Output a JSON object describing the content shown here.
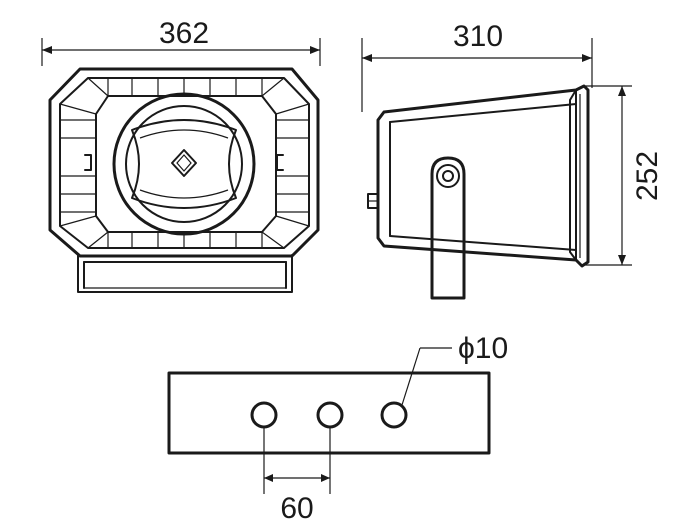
{
  "drawing": {
    "front_view": {
      "width_label": "362"
    },
    "side_view": {
      "depth_label": "310",
      "height_label": "252"
    },
    "bracket_view": {
      "hole_diameter_label": "ϕ10",
      "hole_spacing_label": "60"
    }
  }
}
